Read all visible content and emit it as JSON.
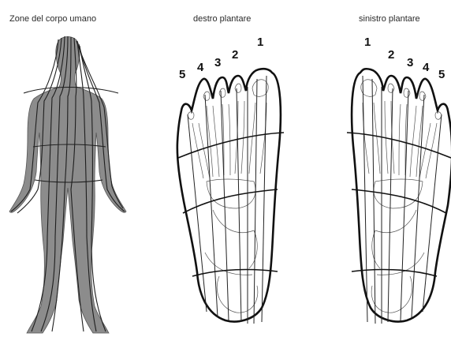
{
  "titles": {
    "body": "Zone del corpo umano",
    "right_foot": "destro plantare",
    "left_foot": "sinistro plantare"
  },
  "right_foot_toe_numbers": [
    "5",
    "4",
    "3",
    "2",
    "1"
  ],
  "left_foot_toe_numbers": [
    "1",
    "2",
    "3",
    "4",
    "5"
  ],
  "colors": {
    "body_fill": "#8c8c8c",
    "zone_lines": "#222222",
    "foot_outline": "#111111",
    "bones": "#555555"
  }
}
